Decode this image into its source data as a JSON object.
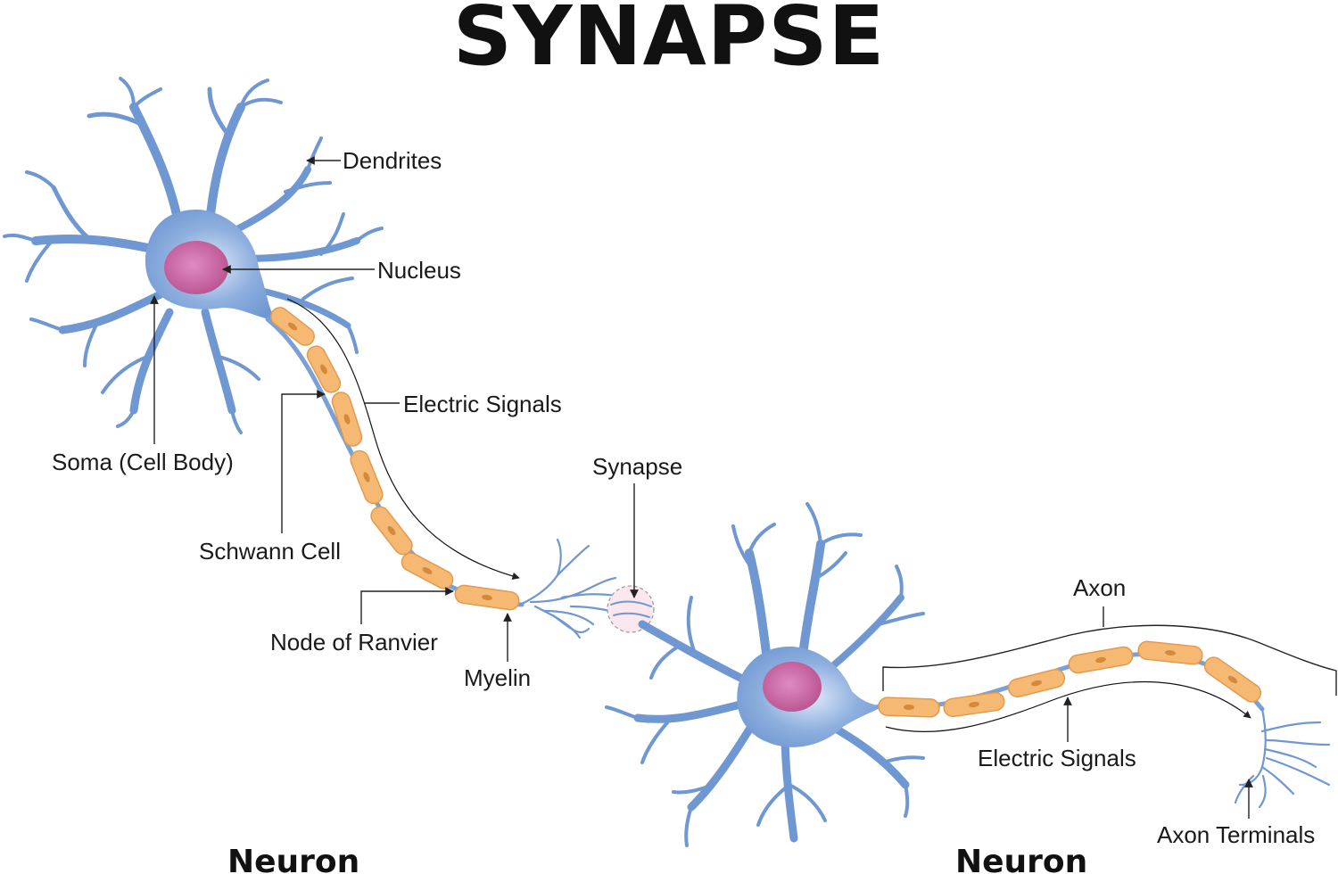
{
  "title": "SYNAPSE",
  "labels": {
    "dendrites": "Dendrites",
    "nucleus": "Nucleus",
    "electric_signals_1": "Electric Signals",
    "soma": "Soma (Cell Body)",
    "schwann_cell": "Schwann Cell",
    "node_of_ranvier": "Node of Ranvier",
    "myelin": "Myelin",
    "synapse": "Synapse",
    "axon": "Axon",
    "electric_signals_2": "Electric Signals",
    "axon_terminals": "Axon Terminals"
  },
  "captions": {
    "neuron_left": "Neuron",
    "neuron_right": "Neuron"
  },
  "colors": {
    "neuron_body": "#6f97d2",
    "nucleus": "#c2609e",
    "myelin": "#f5b974",
    "text": "#1a1a1a"
  }
}
